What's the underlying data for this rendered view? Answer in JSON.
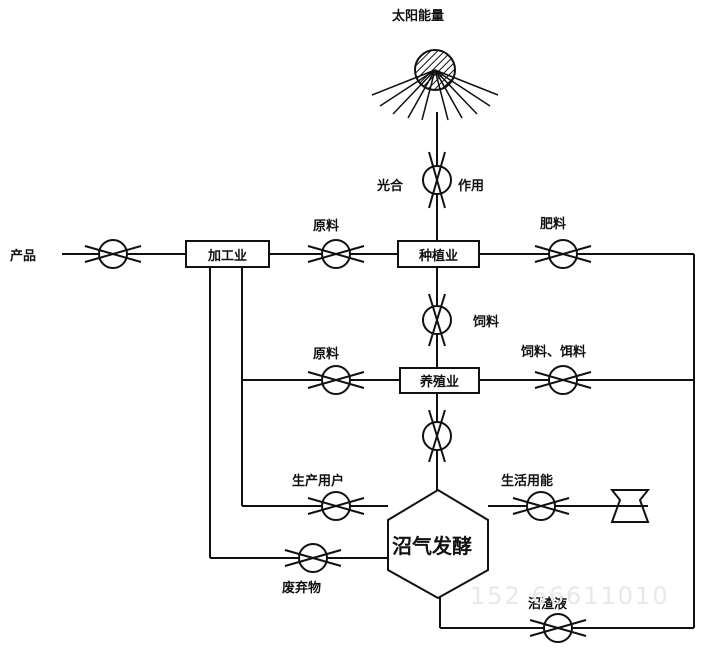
{
  "title": "太阳能量",
  "nodes": {
    "planting": "种植业",
    "processing": "加工业",
    "breeding": "养殖业",
    "digester": "沼气发酵"
  },
  "flows": {
    "photosynthesis_left": "光合",
    "photosynthesis_right": "作用",
    "product": "产品",
    "raw_material_1": "原料",
    "fertilizer": "肥料",
    "feed": "饲料",
    "raw_material_2": "原料",
    "feed_fodder": "饲料、饵料",
    "production_users": "生产用户",
    "domestic_energy": "生活用能",
    "waste": "废弃物",
    "biogas_residue": "沼渣液"
  },
  "watermark": "152 66611010",
  "colors": {
    "line": "#111111",
    "background": "#ffffff"
  }
}
